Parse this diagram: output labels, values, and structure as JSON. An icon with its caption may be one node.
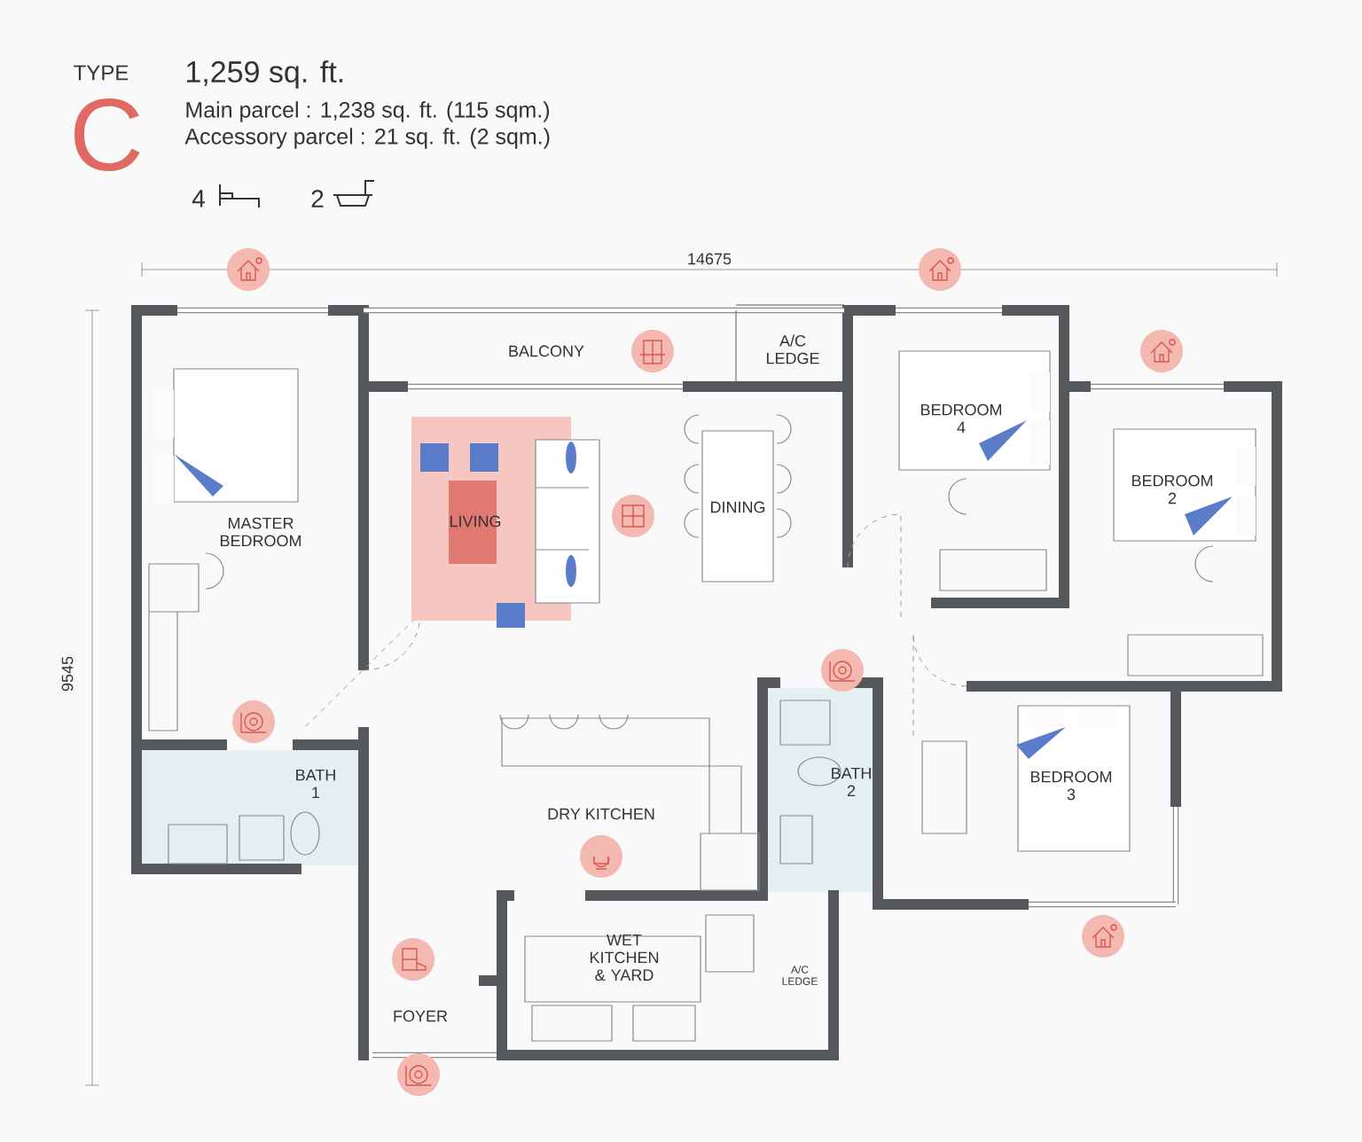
{
  "diagram": {
    "labels": [
      "TYPE",
      "C",
      "1,259 sq. ft.",
      "Main parcel : 1,238 sq. ft. (115 sqm.)",
      "Accessory parcel : 21 sq. ft. (2 sqm.)",
      "4",
      "2",
      "14675",
      "9545",
      "BALCONY",
      "A/C LEDGE",
      "MASTER BEDROOM",
      "LIVING",
      "DINING",
      "BEDROOM 4",
      "BEDROOM 2",
      "BATH 1",
      "DRY KITCHEN",
      "BATH 2",
      "BEDROOM 3",
      "WET KITCHEN & YARD",
      "A/C LEDGE",
      "FOYER"
    ]
  }
}
